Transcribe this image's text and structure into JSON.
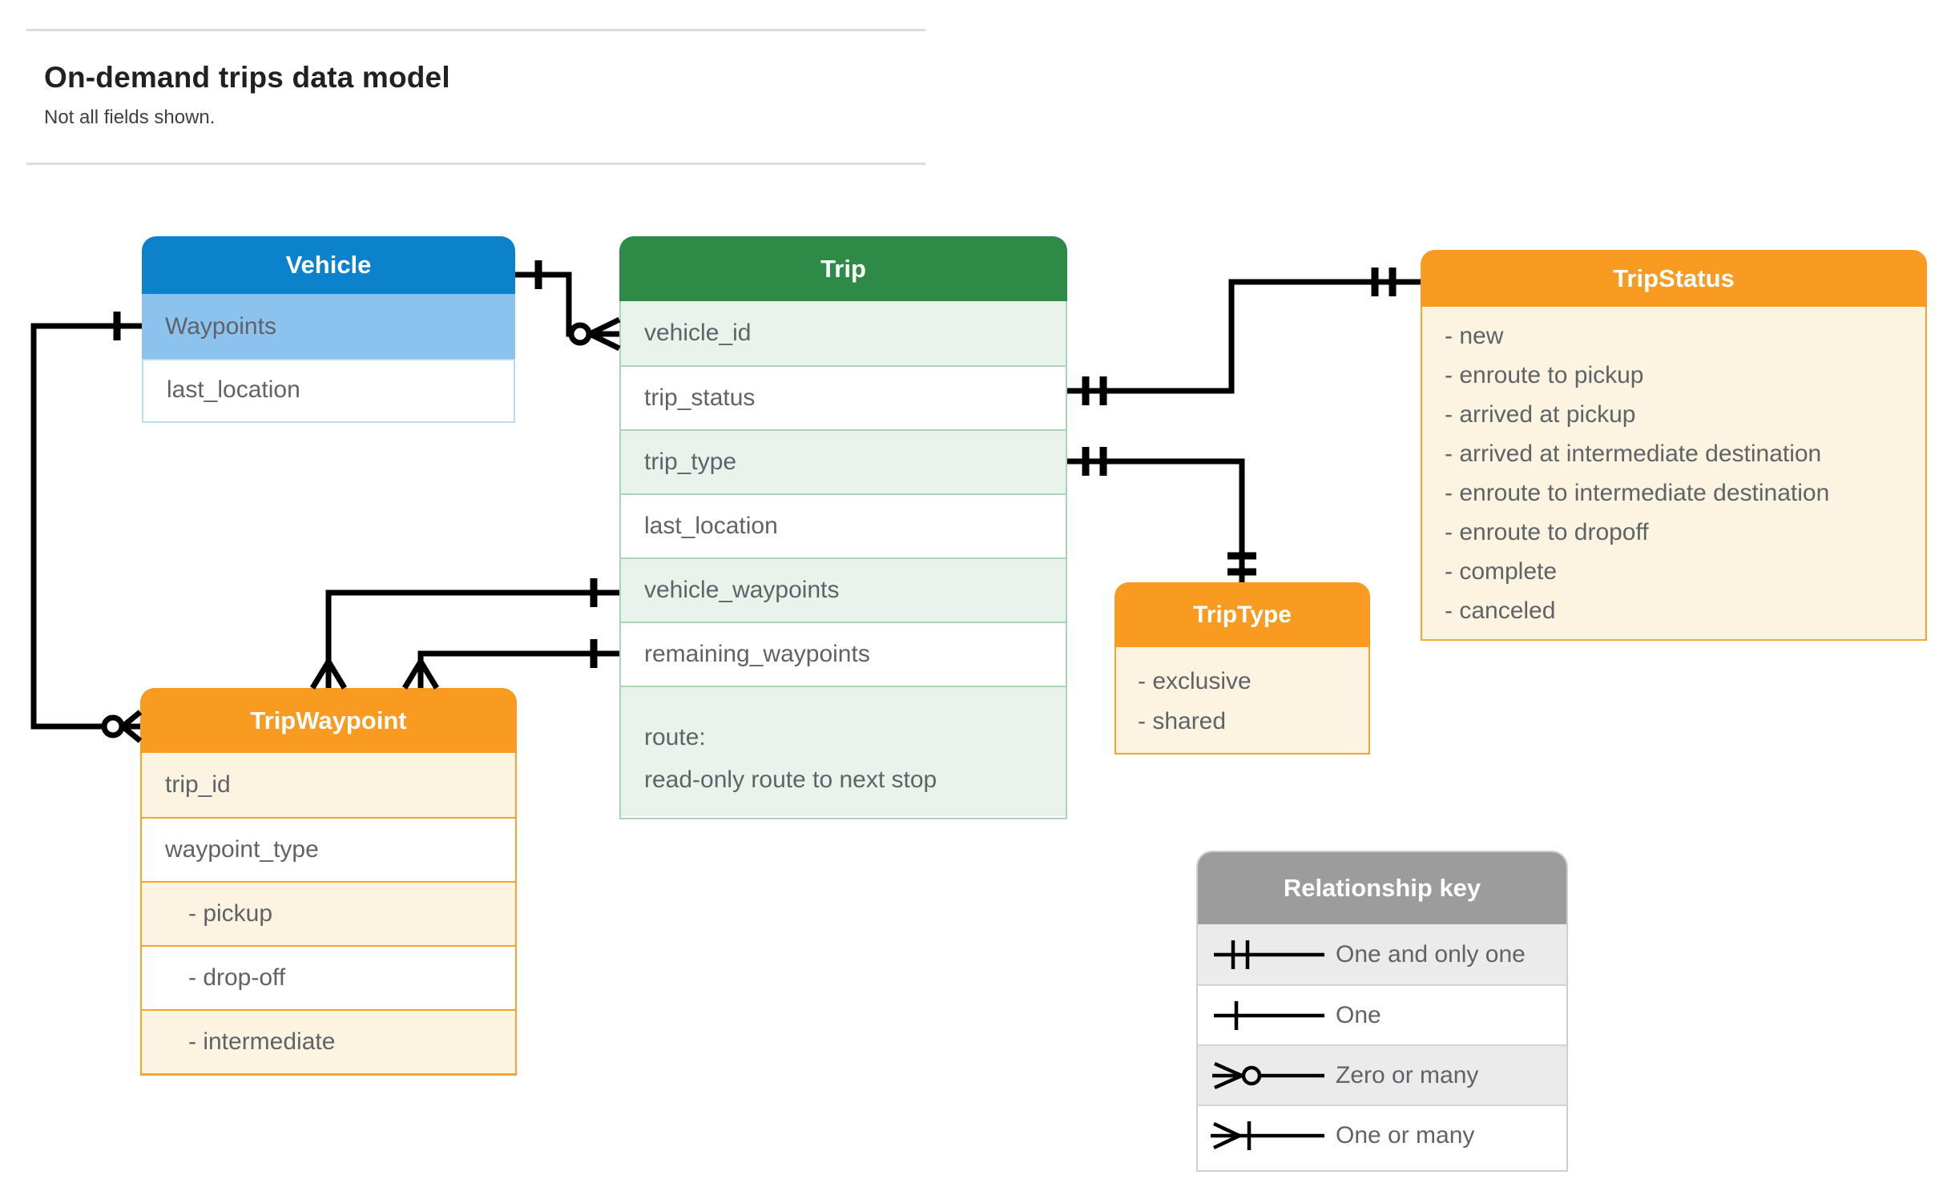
{
  "page": {
    "title": "On-demand trips data model",
    "subtitle": "Not all fields shown."
  },
  "entities": {
    "vehicle": {
      "title": "Vehicle",
      "fields": [
        {
          "label": "Waypoints"
        },
        {
          "label": "last_location"
        }
      ]
    },
    "trip": {
      "title": "Trip",
      "fields": [
        {
          "label": "vehicle_id"
        },
        {
          "label": "trip_status"
        },
        {
          "label": "trip_type"
        },
        {
          "label": "last_location"
        },
        {
          "label": "vehicle_waypoints"
        },
        {
          "label": "remaining_waypoints"
        },
        {
          "label": "route:",
          "sublabel": "read-only route to next stop"
        }
      ]
    },
    "trip_status": {
      "title": "TripStatus",
      "items": [
        "- new",
        "- enroute to pickup",
        "- arrived at pickup",
        "- arrived at intermediate destination",
        "- enroute to intermediate destination",
        "- enroute to dropoff",
        "- complete",
        "- canceled"
      ]
    },
    "trip_type": {
      "title": "TripType",
      "items": [
        "- exclusive",
        "- shared"
      ]
    },
    "trip_waypoint": {
      "title": "TripWaypoint",
      "fields": [
        {
          "label": "trip_id"
        },
        {
          "label": "waypoint_type"
        },
        {
          "label": "- pickup",
          "indent": true
        },
        {
          "label": "- drop-off",
          "indent": true
        },
        {
          "label": "- intermediate",
          "indent": true
        }
      ]
    }
  },
  "legend": {
    "title": "Relationship key",
    "rows": [
      {
        "icon": "one-and-only-one-icon",
        "label": "One and only one"
      },
      {
        "icon": "one-icon",
        "label": "One"
      },
      {
        "icon": "zero-or-many-icon",
        "label": "Zero or many"
      },
      {
        "icon": "one-or-many-icon",
        "label": "One or many"
      }
    ]
  },
  "colors": {
    "vehicle_header": "#0d82cc",
    "vehicle_highlight_row": "#8cc3ee",
    "vehicle_border": "#b8dcf7",
    "trip_header": "#2e8b47",
    "trip_tint_row": "#e9f3ec",
    "trip_border": "#abd4b5",
    "orange_header": "#f89b20",
    "orange_tint_row": "#fdf3e1",
    "orange_border": "#f6a42d",
    "legend_header": "#9c9c9c",
    "legend_tint_row": "#ebebeb",
    "row_text": "#5f6368",
    "title_text": "#202124",
    "connector": "#000000"
  }
}
